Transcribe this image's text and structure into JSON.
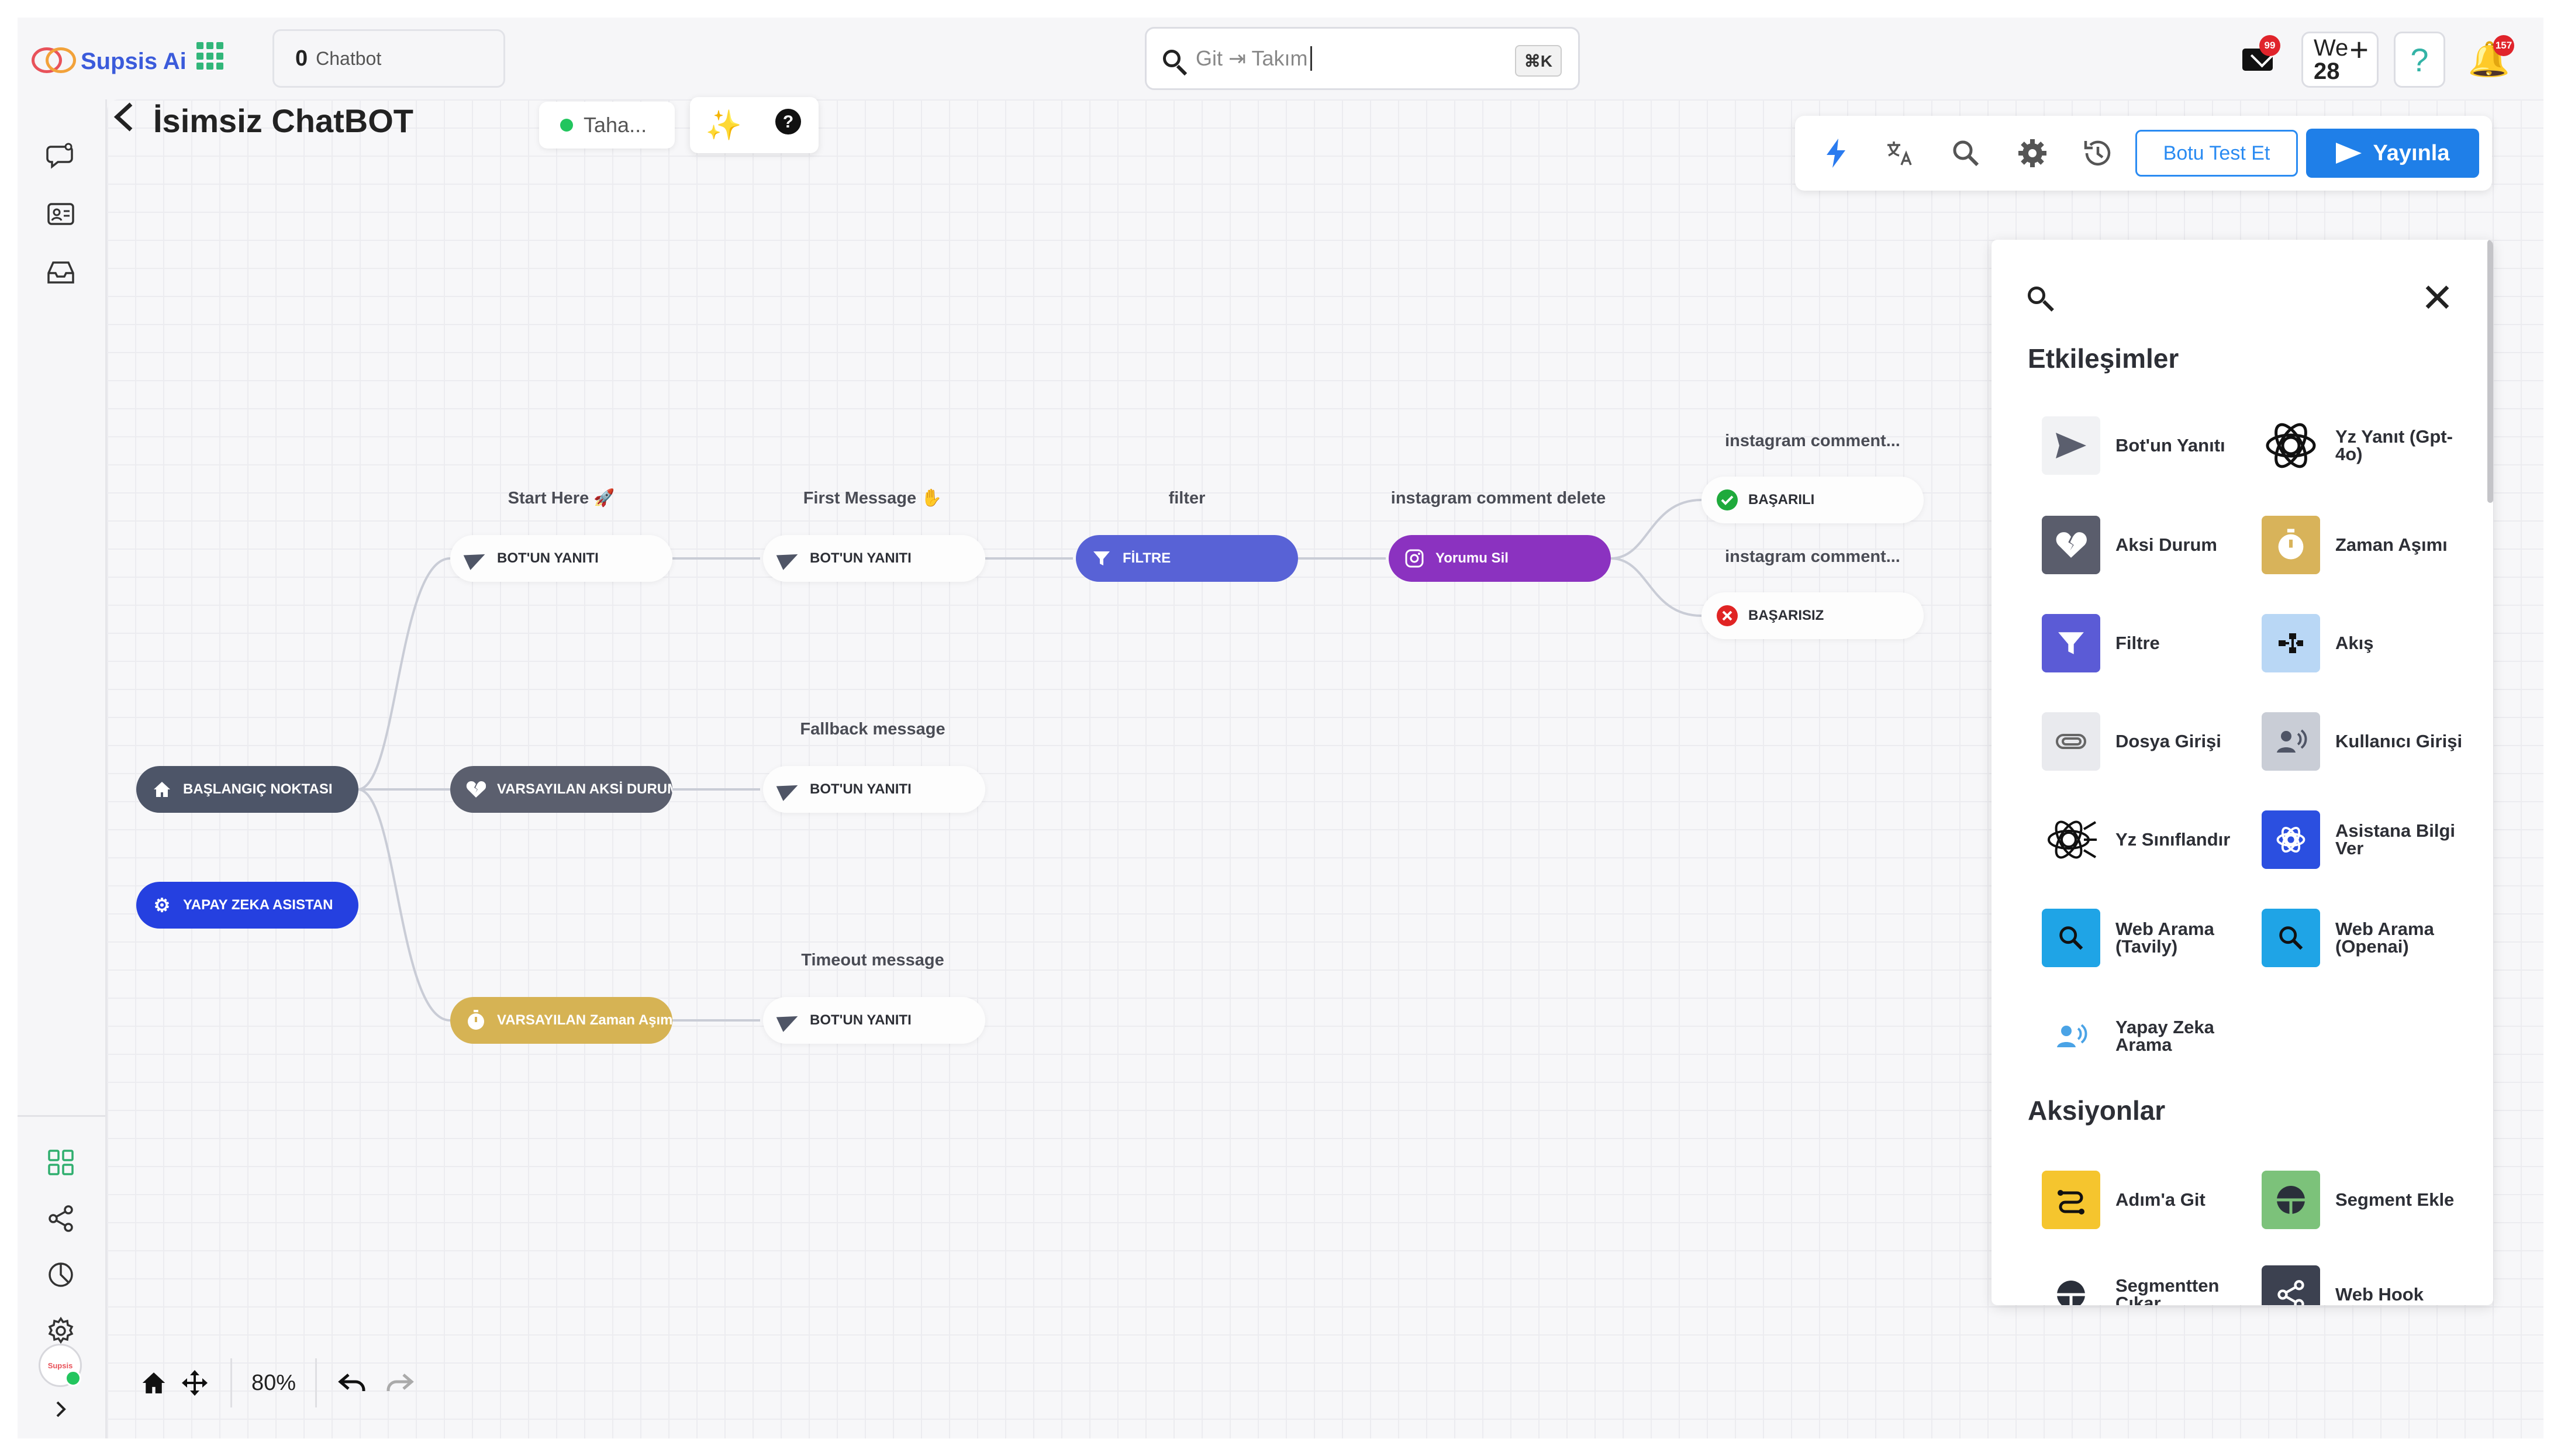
{
  "app": {
    "brand": "Supsis Ai",
    "chatbot_count": "0",
    "chatbot_label": "Chatbot",
    "search_placeholder": "Git ⇥ Takım",
    "search_shortcut": "⌘K",
    "mail_badge": "99",
    "we_label": "We",
    "we_number": "28",
    "bell_badge": "157"
  },
  "header": {
    "title": "İsimsiz ChatBOT",
    "user_chip": "Taha..."
  },
  "toolbar": {
    "test_label": "Botu Test Et",
    "publish_label": "Yayınla"
  },
  "flow": {
    "start": "BAŞLANGIÇ NOKTASI",
    "ai_assistant": "YAPAY ZEKA ASISTAN",
    "label_start": "Start Here 🚀",
    "label_first": "First Message ✋",
    "label_filter": "filter",
    "label_ig_delete": "instagram comment delete",
    "label_ig_1": "instagram comment...",
    "label_ig_2": "instagram comment...",
    "label_fallback": "Fallback message",
    "label_timeout": "Timeout message",
    "bot_reply": "BOT'UN YANITI",
    "filter": "FİLTRE",
    "delete_comment": "Yorumu Sil",
    "success": "BAŞARILI",
    "fail": "BAŞARISIZ",
    "default_fallback": "VARSAYILAN AKSİ DURUM",
    "default_timeout": "VARSAYILAN Zaman Aşımı"
  },
  "panel": {
    "section_interactions": "Etkileşimler",
    "section_actions": "Aksiyonlar",
    "interactions": [
      {
        "label": "Bot'un Yanıtı",
        "icon": "send-icon",
        "color": "#f1f2f4"
      },
      {
        "label": "Yz Yanıt (Gpt-4o)",
        "icon": "openai-icon",
        "color": "#ffffff"
      },
      {
        "label": "Aksi Durum",
        "icon": "broken-heart-icon",
        "color": "#5a5d6c"
      },
      {
        "label": "Zaman Aşımı",
        "icon": "stopwatch-icon",
        "color": "#d8b35a"
      },
      {
        "label": "Filtre",
        "icon": "filter-icon",
        "color": "#5b5bd6"
      },
      {
        "label": "Akış",
        "icon": "flow-icon",
        "color": "#b9d7f5"
      },
      {
        "label": "Dosya Girişi",
        "icon": "paperclip-icon",
        "color": "#e9eaee"
      },
      {
        "label": "Kullanıcı Girişi",
        "icon": "user-input-icon",
        "color": "#c9cdd6"
      },
      {
        "label": "Yz Sınıflandır",
        "icon": "classify-icon",
        "color": "#ffffff"
      },
      {
        "label": "Asistana Bilgi Ver",
        "icon": "assistant-icon",
        "color": "#2b4fe0"
      },
      {
        "label": "Web Arama (Tavily)",
        "icon": "search-icon",
        "color": "#1fa4e6"
      },
      {
        "label": "Web Arama (Openai)",
        "icon": "search-icon",
        "color": "#1fa4e6"
      },
      {
        "label": "Yapay Zeka Arama",
        "icon": "ai-voice-icon",
        "color": "#ffffff"
      }
    ],
    "actions": [
      {
        "label": "Adım'a Git",
        "icon": "steps-icon",
        "color": "#f5c52e"
      },
      {
        "label": "Segment Ekle",
        "icon": "segment-icon",
        "color": "#7cc27a"
      },
      {
        "label": "Segmentten Çıkar",
        "icon": "segment-remove-icon",
        "color": "#ffffff"
      },
      {
        "label": "Web Hook",
        "icon": "share-icon",
        "color": "#3c4150"
      }
    ]
  },
  "zoom": {
    "level": "80%"
  }
}
